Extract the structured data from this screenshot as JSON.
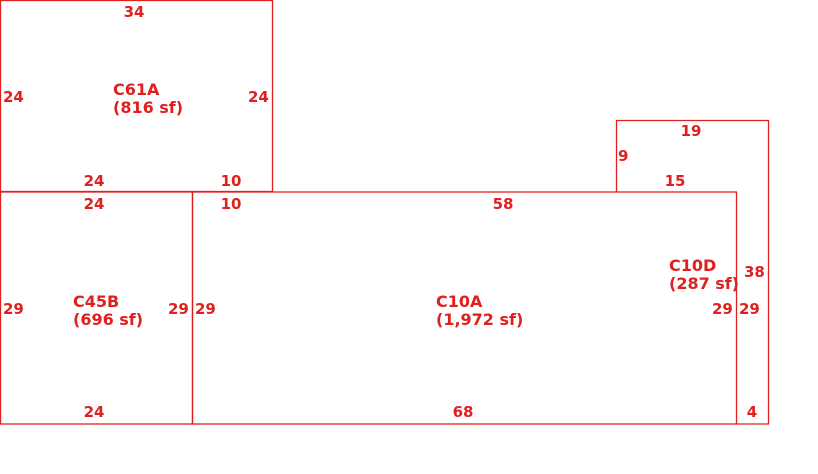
{
  "colors": {
    "line": "#e0201e",
    "text": "#e0201e",
    "background": "#ffffff"
  },
  "rooms": {
    "c61a": {
      "name": "C61A",
      "area": "(816 sf)",
      "dims": {
        "top": "34",
        "left": "24",
        "right": "24",
        "bottom_left": "24",
        "bottom_right": "10"
      }
    },
    "c45b": {
      "name": "C45B",
      "area": "(696 sf)",
      "dims": {
        "top": "24",
        "left": "29",
        "right": "29",
        "bottom": "24"
      }
    },
    "c10a": {
      "name": "C10A",
      "area": "(1,972 sf)",
      "dims": {
        "top_left": "10",
        "top": "58",
        "left": "29",
        "right": "29",
        "bottom": "68"
      }
    },
    "c10d": {
      "name": "C10D",
      "area": "(287 sf)",
      "dims": {
        "top": "19",
        "left": "9",
        "bottom_inner": "15",
        "right": "38",
        "inner_right": "29",
        "bottom": "4"
      }
    }
  }
}
